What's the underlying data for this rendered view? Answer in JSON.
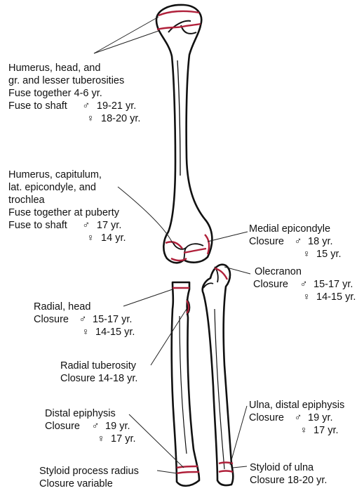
{
  "colors": {
    "bone_outline": "#111111",
    "growth_plate": "#b0203a",
    "label_text": "#111111",
    "leader_line": "#222222"
  },
  "symbols": {
    "male": "♂",
    "female": "♀"
  },
  "labels": {
    "humerus_head": {
      "line1": "Humerus, head, and",
      "line2": "gr. and lesser tuberosities",
      "line3": "Fuse together 4-6 yr.",
      "line4_text": "Fuse to shaft",
      "male_value": "19-21 yr.",
      "female_value": "18-20 yr."
    },
    "humerus_capitulum": {
      "line1": "Humerus, capitulum,",
      "line2": "lat. epicondyle, and",
      "line3": "trochlea",
      "line4": "Fuse together at puberty",
      "line5_text": "Fuse to shaft",
      "male_value": "17 yr.",
      "female_value": "14 yr."
    },
    "medial_epicondyle": {
      "title": "Medial epicondyle",
      "closure_text": "Closure",
      "male_value": "18 yr.",
      "female_value": "15 yr."
    },
    "olecranon": {
      "title": "Olecranon",
      "closure_text": "Closure",
      "male_value": "15-17 yr.",
      "female_value": "14-15 yr."
    },
    "radial_head": {
      "title": "Radial, head",
      "closure_text": "Closure",
      "male_value": "15-17 yr.",
      "female_value": "14-15 yr."
    },
    "radial_tuberosity": {
      "title": "Radial tuberosity",
      "closure": "Closure 14-18 yr."
    },
    "distal_epiphysis": {
      "title": "Distal epiphysis",
      "closure_text": "Closure",
      "male_value": "19 yr.",
      "female_value": "17 yr."
    },
    "ulna_distal": {
      "title": "Ulna, distal epiphysis",
      "closure_text": "Closure",
      "male_value": "19 yr.",
      "female_value": "17 yr."
    },
    "styloid_radius": {
      "title": "Styloid process radius",
      "closure": "Closure variable"
    },
    "styloid_ulna": {
      "title": "Styloid of ulna",
      "closure": "Closure 18-20 yr."
    }
  }
}
